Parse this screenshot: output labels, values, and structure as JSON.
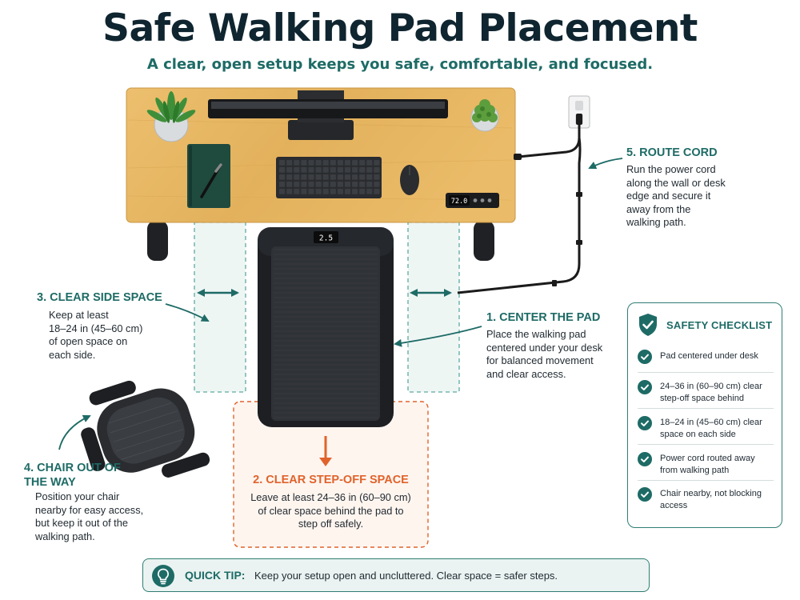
{
  "header": {
    "title": "Safe Walking Pad Placement",
    "subtitle": "A clear, open setup keeps you safe, comfortable, and focused."
  },
  "devices": {
    "desk_display": "72.0",
    "pad_display": "2.5"
  },
  "callouts": {
    "route_cord": {
      "heading": "5. ROUTE CORD",
      "lines": [
        "Run the power cord",
        "along the wall or desk",
        "edge and secure it",
        "away from the",
        "walking path."
      ]
    },
    "side_space": {
      "heading": "3. CLEAR SIDE SPACE",
      "lines": [
        "Keep at least",
        "18–24 in (45–60 cm)",
        "of open space on",
        "each side."
      ]
    },
    "center_pad": {
      "heading": "1. CENTER THE PAD",
      "lines": [
        "Place the walking pad",
        "centered under your desk",
        "for balanced movement",
        "and clear access."
      ]
    },
    "chair": {
      "heading_lines": [
        "4. CHAIR OUT OF",
        "THE WAY"
      ],
      "lines": [
        "Position your chair",
        "nearby for easy access,",
        "but keep it out of the",
        "walking path."
      ]
    },
    "step_off": {
      "heading": "2. CLEAR STEP-OFF SPACE",
      "lines": [
        "Leave at least 24–36 in (60–90 cm)",
        "of clear space behind the pad to",
        "step off safely."
      ]
    }
  },
  "checklist": {
    "title": "SAFETY CHECKLIST",
    "items": [
      [
        "Pad centered under desk"
      ],
      [
        "24–36 in (60–90 cm) clear",
        "step-off space behind"
      ],
      [
        "18–24 in (45–60 cm) clear",
        "space on each side"
      ],
      [
        "Power cord routed away",
        "from walking path"
      ],
      [
        "Chair nearby, not blocking",
        "access"
      ]
    ]
  },
  "tip": {
    "label": "QUICK TIP:",
    "text": "Keep your setup open and uncluttered. Clear space = safer steps."
  },
  "colors": {
    "teal": "#1e6b66",
    "orange": "#e0632b",
    "desk_wood": "#e6b562",
    "pad_black": "#1d1f22"
  }
}
